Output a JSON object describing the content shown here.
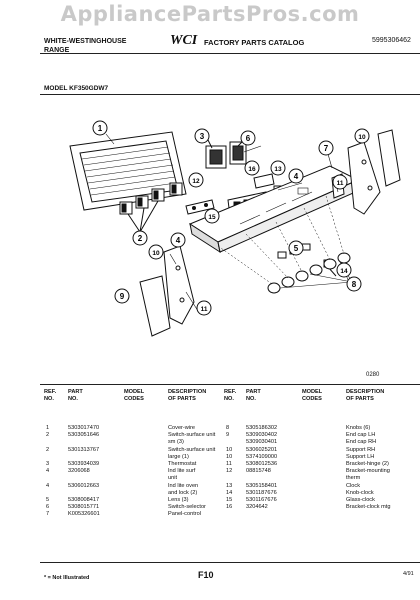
{
  "watermark": "AppliancePartsPros.com",
  "header": {
    "brand_line1": "WHITE-WESTINGHOUSE",
    "brand_line2": "RANGE",
    "logo": "WCI",
    "catalog": "FACTORY PARTS CATALOG",
    "catalog_number": "5995306462"
  },
  "model_label": "MODEL KF350GDW7",
  "diagram_code": "0280",
  "callouts": [
    "1",
    "2",
    "3",
    "4",
    "5",
    "6",
    "7",
    "8",
    "9",
    "10",
    "11",
    "12",
    "13",
    "14",
    "15",
    "16"
  ],
  "table_headers": {
    "ref_no": [
      "REF.",
      "NO."
    ],
    "part_no": [
      "PART",
      "NO."
    ],
    "model_codes": [
      "MODEL",
      "CODES"
    ],
    "description": [
      "DESCRIPTION",
      "OF PARTS"
    ]
  },
  "parts_left": [
    {
      "ref": "1",
      "part": "5303017470",
      "desc": "Cover-wire"
    },
    {
      "ref": "2",
      "part": "5303051646",
      "desc": "Switch-surface unit"
    },
    {
      "ref": "",
      "part": "",
      "desc": "sm (3)"
    },
    {
      "ref": "2",
      "part": "5301313767",
      "desc": "Switch-surface unit"
    },
    {
      "ref": "",
      "part": "",
      "desc": "large (1)"
    },
    {
      "ref": "3",
      "part": "5303934039",
      "desc": "Thermostat"
    },
    {
      "ref": "4",
      "part": "3206068",
      "desc": "Ind lite surf"
    },
    {
      "ref": "",
      "part": "",
      "desc": "unit"
    },
    {
      "ref": "4",
      "part": "5306012663",
      "desc": "Ind lite oven"
    },
    {
      "ref": "",
      "part": "",
      "desc": "and lock (2)"
    },
    {
      "ref": "5",
      "part": "5308008417",
      "desc": "Lens (3)"
    },
    {
      "ref": "6",
      "part": "5308015771",
      "desc": "Switch-selector"
    },
    {
      "ref": "7",
      "part": "K005326601",
      "desc": "Panel-control"
    }
  ],
  "parts_right": [
    {
      "ref": "8",
      "part": "5305186302",
      "desc": "Knobs (6)"
    },
    {
      "ref": "9",
      "part": "5309030402",
      "desc": "End cap LH"
    },
    {
      "ref": "",
      "part": "5309030401",
      "desc": "End cap RH"
    },
    {
      "ref": "10",
      "part": "5306025201",
      "desc": "Support RH"
    },
    {
      "ref": "10",
      "part": "5374109000",
      "desc": "Support LH"
    },
    {
      "ref": "11",
      "part": "5308012536",
      "desc": "Bracket-hinge (2)"
    },
    {
      "ref": "12",
      "part": "08815748",
      "desc": "Bracket-mounting"
    },
    {
      "ref": "",
      "part": "",
      "desc": "therm"
    },
    {
      "ref": "13",
      "part": "5305158401",
      "desc": "Clock"
    },
    {
      "ref": "14",
      "part": "5301187676",
      "desc": "Knob-clock"
    },
    {
      "ref": "15",
      "part": "5301167676",
      "desc": "Glass-clock"
    },
    {
      "ref": "16",
      "part": "3204642",
      "desc": "Bracket-clock mtg"
    }
  ],
  "footer": {
    "note": "* = Not Illustrated",
    "page": "F10",
    "date": "4/91"
  }
}
